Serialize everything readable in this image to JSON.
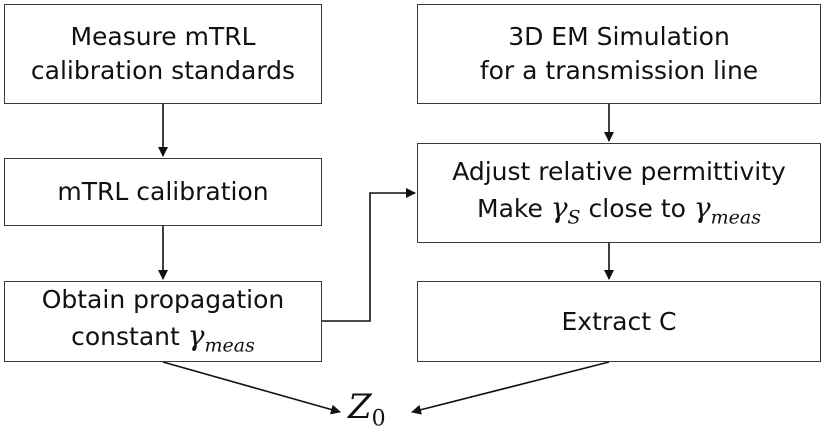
{
  "boxes": {
    "measure": {
      "line1": "Measure mTRL",
      "line2": "calibration standards"
    },
    "calibration": {
      "line1": "mTRL calibration"
    },
    "obtain": {
      "line1": "Obtain propagation",
      "line2_text": "constant ",
      "gamma": "γ",
      "sub": "meas"
    },
    "simulation": {
      "line1": "3D EM Simulation",
      "line2": "for a transmission line"
    },
    "adjust": {
      "line1": "Adjust relative permittivity",
      "make": "Make ",
      "gamma_s": "γ",
      "sub_s": "S",
      "close_to": " close to ",
      "gamma_m": "γ",
      "sub_m": "meas"
    },
    "extract": {
      "line1": "Extract C"
    }
  },
  "result": {
    "symbol": "Z",
    "sub": "0"
  }
}
